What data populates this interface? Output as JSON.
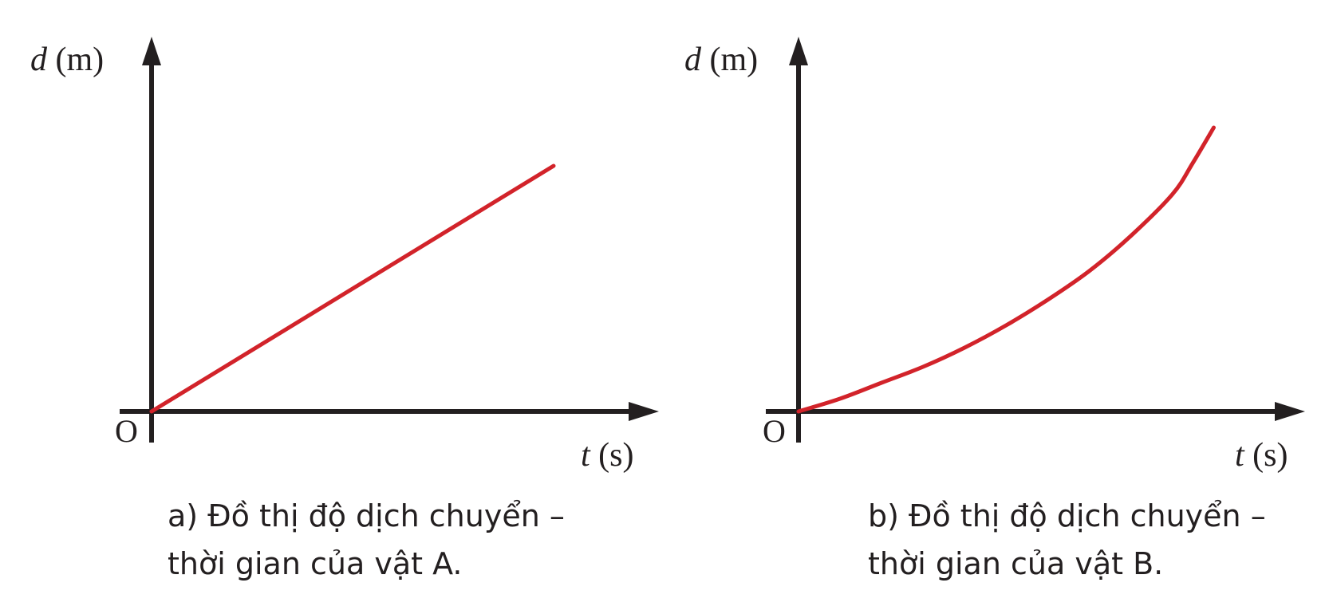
{
  "chart_data": [
    {
      "type": "line",
      "panel_label": "a)",
      "caption": [
        "a) Đồ thị độ dịch chuyển –",
        "thời gian của vật A."
      ],
      "ylabel_var": "d",
      "ylabel_unit": "(m)",
      "xlabel_var": "t",
      "xlabel_unit": "(s)",
      "origin_label": "O",
      "grid": false,
      "series": [
        {
          "color": "#d2232a",
          "x": [
            0,
            1
          ],
          "y": [
            0,
            0.77
          ]
        }
      ],
      "xlim": [
        0,
        1.25
      ],
      "ylim": [
        0,
        1.1
      ]
    },
    {
      "type": "line",
      "panel_label": "b)",
      "caption": [
        "b) Đồ thị độ dịch chuyển –",
        "thời gian của vật B."
      ],
      "ylabel_var": "d",
      "ylabel_unit": "(m)",
      "xlabel_var": "t",
      "xlabel_unit": "(s)",
      "origin_label": "O",
      "grid": false,
      "series": [
        {
          "color": "#d2232a",
          "x": [
            0,
            0.1,
            0.2,
            0.3,
            0.4,
            0.5,
            0.6,
            0.7,
            0.8,
            0.9,
            0.95,
            1.0
          ],
          "y": [
            0,
            0.04,
            0.09,
            0.14,
            0.2,
            0.27,
            0.35,
            0.44,
            0.55,
            0.68,
            0.78,
            0.89
          ]
        }
      ],
      "xlim": [
        0,
        1.22
      ],
      "ylim": [
        0,
        1.1
      ]
    }
  ]
}
